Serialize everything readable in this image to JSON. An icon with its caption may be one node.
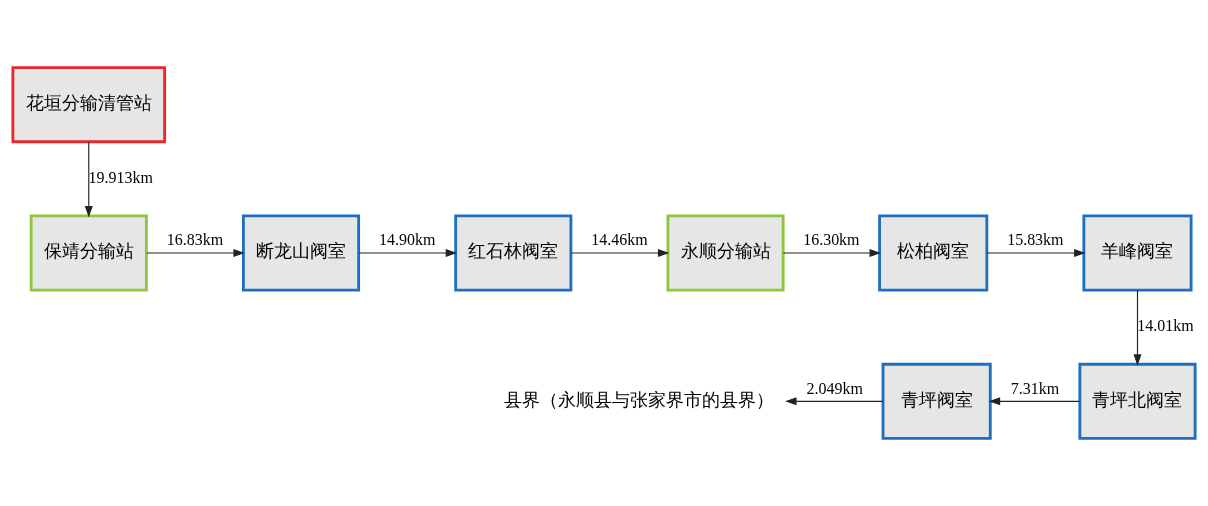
{
  "diagram": {
    "nodes": [
      {
        "text": [
          "花垣分输清管站"
        ]
      },
      {
        "text": [
          "保靖分输站"
        ]
      },
      {
        "text": [
          "断龙山阀室"
        ]
      },
      {
        "text": [
          "红石林阀室"
        ]
      },
      {
        "text": [
          "永顺分输站"
        ]
      },
      {
        "text": [
          "松柏阀室"
        ]
      },
      {
        "text": [
          "羊峰阀室"
        ]
      },
      {
        "text": [
          "青坪北阀室"
        ]
      },
      {
        "text": [
          "青坪阀室"
        ]
      },
      {
        "text": [
          "县界（永顺县与张家界市的县界）"
        ]
      }
    ],
    "edges": [
      {
        "from": 0,
        "to": 1,
        "arrow": "to",
        "label": "19.913km"
      },
      {
        "from": 1,
        "to": 2,
        "arrow": "to",
        "label": "16.83km"
      },
      {
        "from": 2,
        "to": 3,
        "arrow": "to",
        "label": "14.90km"
      },
      {
        "from": 3,
        "to": 4,
        "arrow": "to",
        "label": "14.46km"
      },
      {
        "from": 4,
        "to": 5,
        "arrow": "to",
        "label": "16.30km"
      },
      {
        "from": 5,
        "to": 6,
        "arrow": "to",
        "label": "15.83km"
      },
      {
        "from": 6,
        "to": 7,
        "arrow": "to",
        "label": "14.01km"
      },
      {
        "from": 7,
        "to": 8,
        "arrow": "to",
        "label": "7.31km"
      },
      {
        "from": 8,
        "to": 9,
        "arrow": "to",
        "label": "2.049km"
      }
    ]
  }
}
